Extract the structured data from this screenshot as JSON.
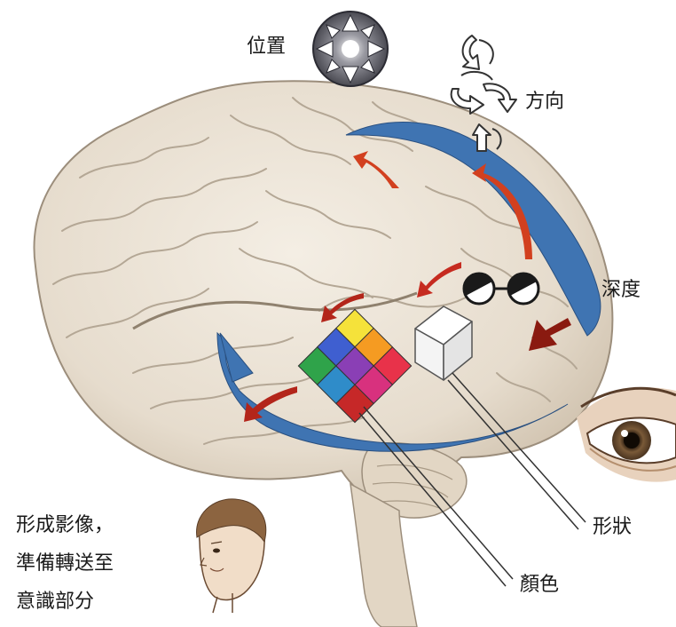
{
  "labels": {
    "position": "位置",
    "direction": "方向",
    "depth": "深度",
    "shape": "形狀",
    "color": "顏色"
  },
  "caption": {
    "line1": "形成影像，",
    "line2": "準備轉送至",
    "line3": "意識部分"
  },
  "icons": {
    "position": "compass-arrows-icon",
    "direction": "rotation-arrows-icon",
    "depth": "eyeglasses-icon",
    "shape": "cube-icon",
    "color": "color-grid-icon",
    "eye": "eye-icon",
    "head": "human-head-icon"
  },
  "colors": {
    "flow_arrow": "#3f74b2",
    "signal_arrow": "#d2401f",
    "signal_arrow_dark": "#8a1a10",
    "brain_fill": "#e9e0d3",
    "brain_fold": "#b4a795",
    "color_grid": [
      "#f5e23a",
      "#f59b22",
      "#e8324a",
      "#3f5fd0",
      "#8a3fb5",
      "#d8317e",
      "#2fa34a",
      "#2f8cc9",
      "#c62828"
    ]
  }
}
